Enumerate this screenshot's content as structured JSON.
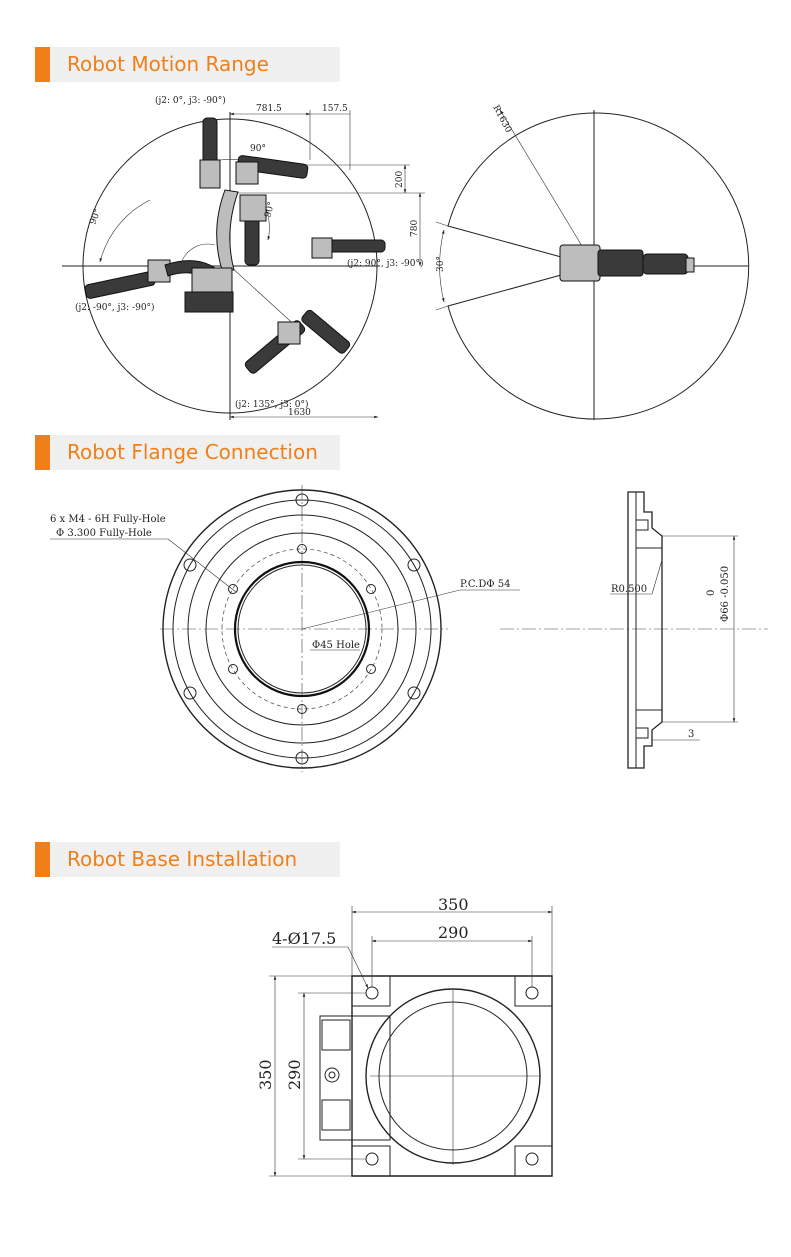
{
  "theme": {
    "accent": "#f07f1a",
    "header_bg": "#f0f0f0",
    "line": "#222222"
  },
  "sections": [
    {
      "title": "Robot Motion Range"
    },
    {
      "title": "Robot Flange Connection"
    },
    {
      "title": "Robot Base Installation"
    }
  ],
  "motion_range": {
    "pose_top": "(j2: 0°, j3: -90°)",
    "pose_right": "(j2: 90°, j3: -90°)",
    "pose_left": "(j2: -90°, j3: -90°)",
    "pose_bottom": "(j2: 135°, j3: 0°)",
    "dim_781": "781.5",
    "dim_157": "157.5",
    "dim_200": "200",
    "dim_780": "780",
    "dim_1630": "1630",
    "angle_90_a": "90°",
    "angle_90_b": "90°",
    "angle_90_c": "90°",
    "radius": "R1630",
    "angle_30": "30°"
  },
  "flange": {
    "holes_1": "6 x  M4 - 6H Fully-Hole",
    "holes_2": "Φ 3.300 Fully-Hole",
    "pcd": "P.C.DΦ 54",
    "hole45": "Φ45 Hole",
    "r05": "R0.500",
    "tol_0": "0",
    "tol_dia": "Φ66 -0.050",
    "dim_3": "3"
  },
  "base": {
    "w350": "350",
    "w290": "290",
    "holes": "4-Ø17.5",
    "h350": "350",
    "h290": "290"
  }
}
